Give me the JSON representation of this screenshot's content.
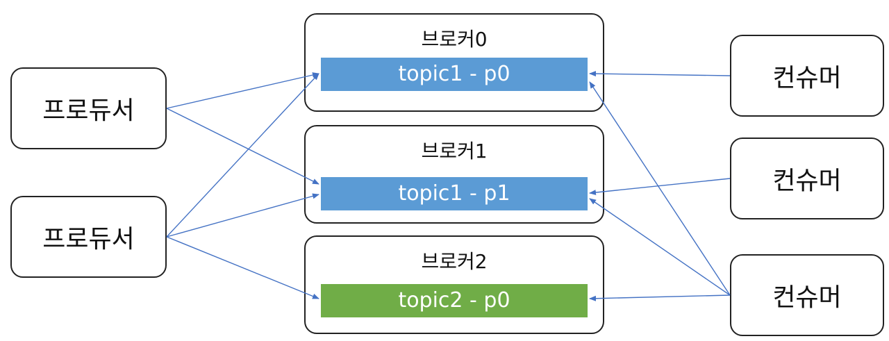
{
  "producers": [
    {
      "label": "프로듀서"
    },
    {
      "label": "프로듀서"
    }
  ],
  "brokers": [
    {
      "title": "브로커0",
      "partition": "topic1 - p0",
      "partition_color": "#5b9bd5"
    },
    {
      "title": "브로커1",
      "partition": "topic1 - p1",
      "partition_color": "#5b9bd5"
    },
    {
      "title": "브로커2",
      "partition": "topic2 - p0",
      "partition_color": "#70ad47"
    }
  ],
  "consumers": [
    {
      "label": "컨슈머"
    },
    {
      "label": "컨슈머"
    },
    {
      "label": "컨슈머"
    }
  ],
  "colors": {
    "arrow": "#4472c4",
    "border": "#222222"
  }
}
